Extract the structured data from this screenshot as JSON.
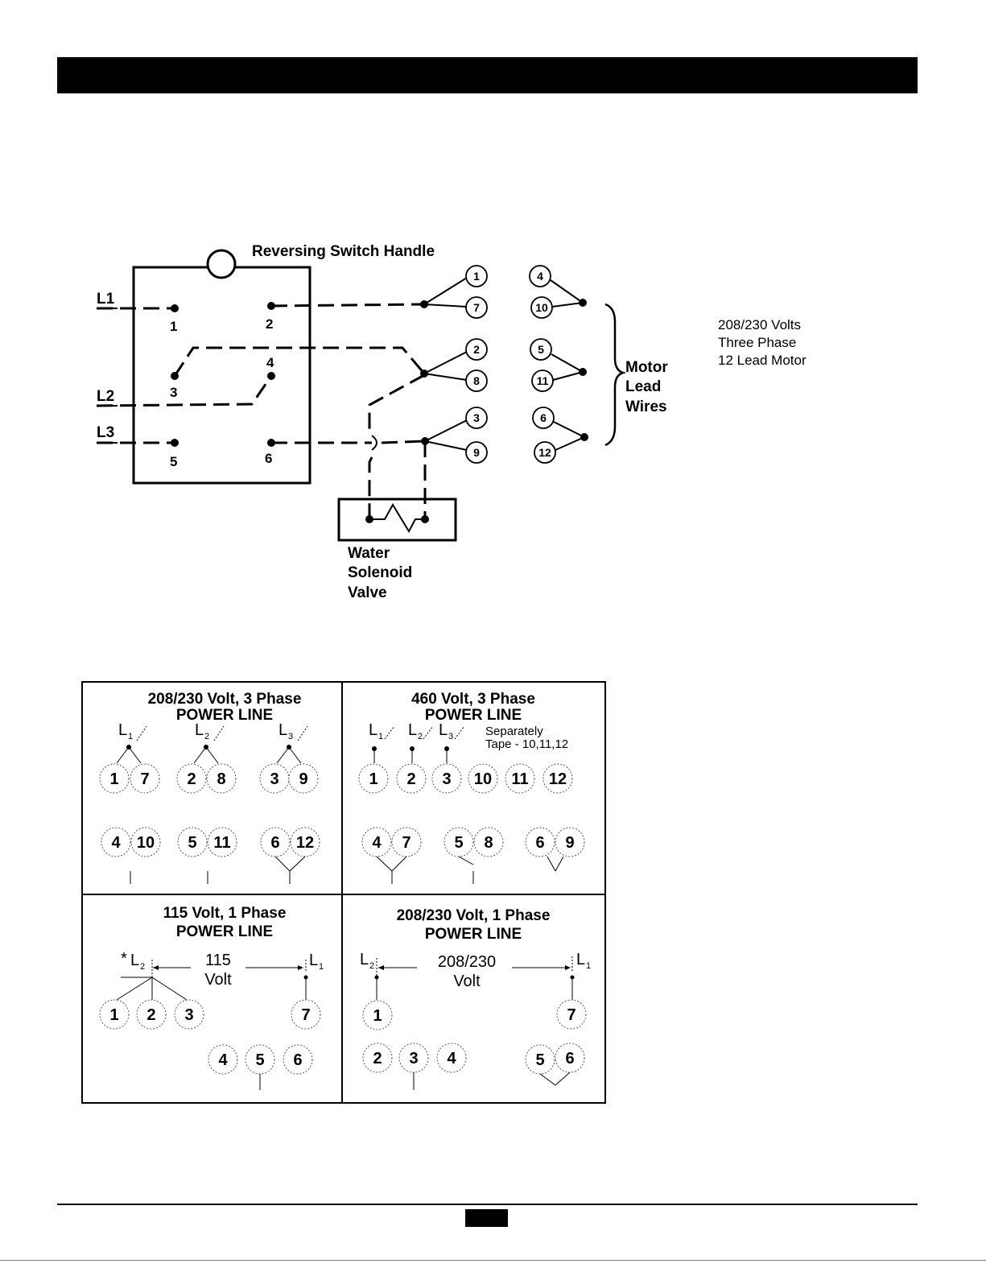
{
  "top_diagram": {
    "switch_handle_label": "Reversing Switch Handle",
    "lines": [
      "L1",
      "L2",
      "L3"
    ],
    "switch_terminals": [
      "1",
      "2",
      "3",
      "4",
      "5",
      "6"
    ],
    "motor_leads": [
      "1",
      "7",
      "2",
      "8",
      "3",
      "9",
      "4",
      "10",
      "5",
      "11",
      "6",
      "12"
    ],
    "motor_lead_label": [
      "Motor",
      "Lead",
      "Wires"
    ],
    "valve_label": [
      "Water",
      "Solenoid",
      "Valve"
    ],
    "note": [
      "208/230 Volts",
      "Three Phase",
      "12 Lead Motor"
    ]
  },
  "panels": {
    "p1": {
      "title": "208/230 Volt, 3 Phase",
      "subtitle": "POWER LINE",
      "lines": [
        "L",
        "L",
        "L"
      ],
      "subs": [
        "1",
        "2",
        "3"
      ],
      "row1": [
        "1",
        "7",
        "2",
        "8",
        "3",
        "9"
      ],
      "row2": [
        "4",
        "10",
        "5",
        "11",
        "6",
        "12"
      ]
    },
    "p2": {
      "title": "460 Volt, 3 Phase",
      "subtitle": "POWER LINE",
      "lines": [
        "L",
        "L",
        "L"
      ],
      "subs": [
        "1",
        "2",
        "3"
      ],
      "note": [
        "Separately",
        "Tape - 10,11,12"
      ],
      "row1": [
        "1",
        "2",
        "3",
        "10",
        "11",
        "12"
      ],
      "row2": [
        "4",
        "7",
        "5",
        "8",
        "6",
        "9"
      ]
    },
    "p3": {
      "title": "115 Volt, 1 Phase",
      "subtitle": "POWER LINE",
      "star": "*",
      "lines": [
        "L",
        "L"
      ],
      "subs": [
        "2",
        "1"
      ],
      "voltage": [
        "115",
        "Volt"
      ],
      "row1": [
        "1",
        "2",
        "3",
        "7"
      ],
      "row2": [
        "4",
        "5",
        "6"
      ]
    },
    "p4": {
      "title": "208/230 Volt, 1 Phase",
      "subtitle": "POWER LINE",
      "lines": [
        "L",
        "L"
      ],
      "subs": [
        "2",
        "1"
      ],
      "voltage": [
        "208/230",
        "Volt"
      ],
      "row1": [
        "1",
        "7"
      ],
      "row2": [
        "2",
        "3",
        "4",
        "5",
        "6"
      ]
    }
  }
}
